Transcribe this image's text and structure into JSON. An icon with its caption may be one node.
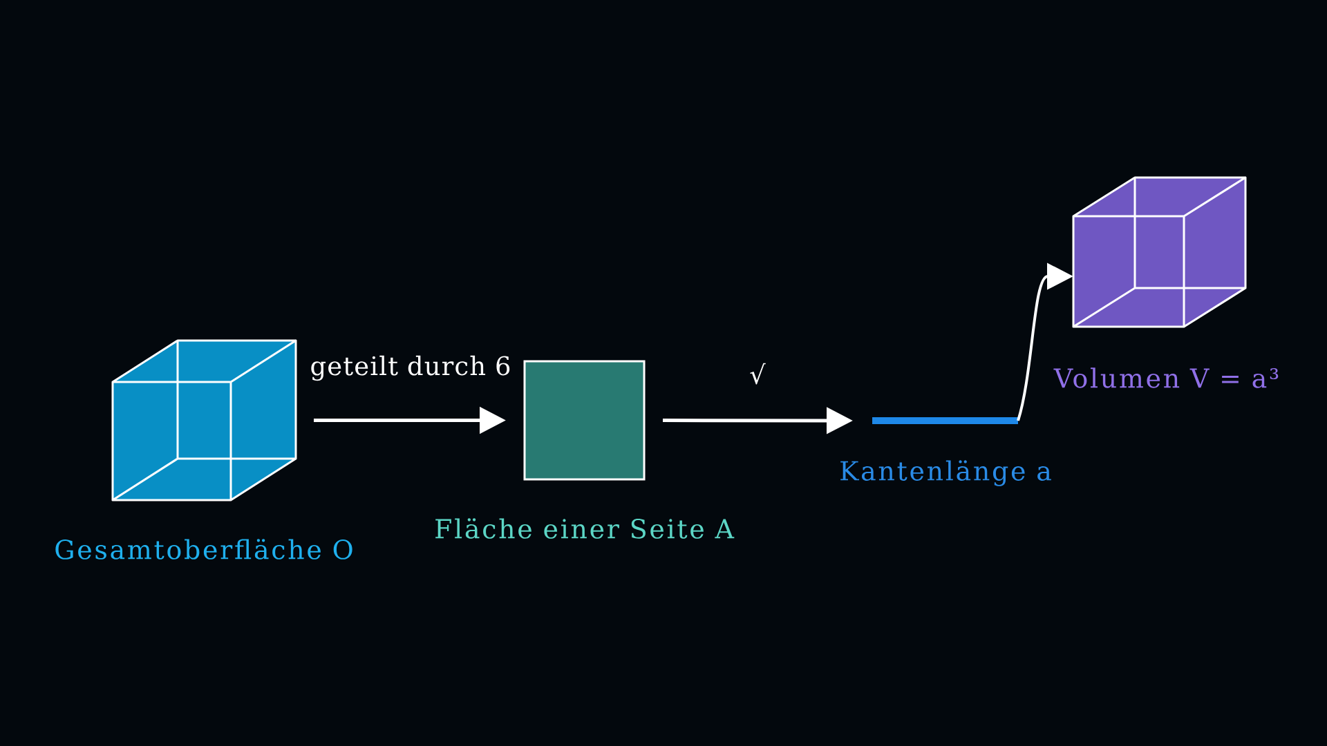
{
  "diagram": {
    "nodes": [
      {
        "text": [
          "Gesamtoberfläche O"
        ]
      },
      {
        "text": [
          "Fläche einer Seite A"
        ]
      },
      {
        "text": [
          "Kantenlänge a"
        ]
      },
      {
        "text": [
          "Volumen V = a³"
        ]
      }
    ],
    "edges": [
      {
        "from": 0,
        "to": 1,
        "arrow": "to",
        "label": "geteilt durch 6"
      },
      {
        "from": 1,
        "to": 2,
        "arrow": "to",
        "label": "√"
      },
      {
        "from": 2,
        "to": 3,
        "arrow": "to"
      }
    ]
  }
}
